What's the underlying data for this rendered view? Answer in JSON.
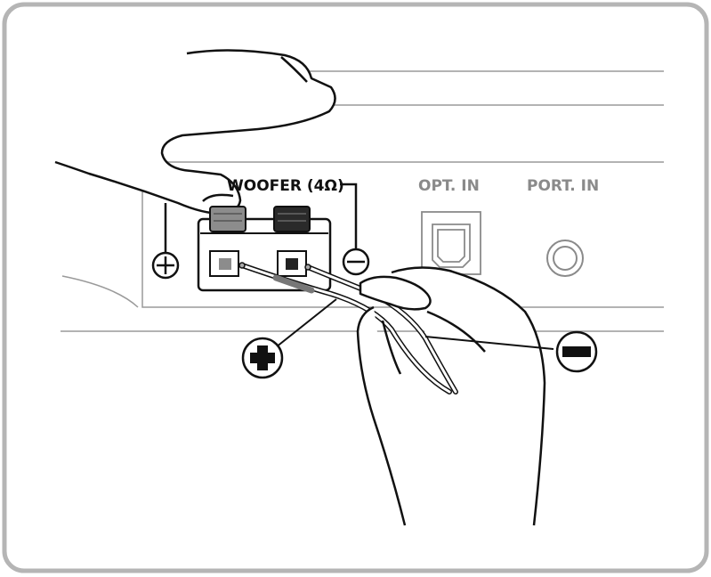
{
  "labels": {
    "woofer": "WOOFER (4Ω)",
    "opt_in": "OPT. IN",
    "port_in": "PORT. IN"
  },
  "icons": {
    "plus_panel": "plus-circle-outline-icon",
    "minus_panel": "minus-circle-outline-icon",
    "plus_wire": "plus-circle-filled-icon",
    "minus_wire": "minus-circle-filled-icon"
  },
  "colors": {
    "frame": "#b5b5b5",
    "line": "#111111",
    "port_label": "#8a8a8a",
    "terminal_plus": "#8c8c8c",
    "terminal_minus": "#2a2a2a"
  }
}
